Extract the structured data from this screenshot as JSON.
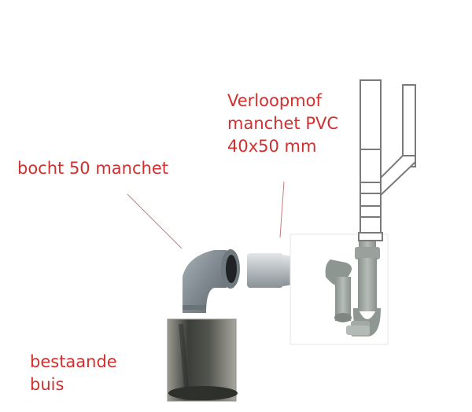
{
  "colors": {
    "label_text": "#d22f2f",
    "leader_line": "#c87a7a",
    "pvc_grey": "#8d979c",
    "pvc_light": "#c9ced1",
    "pipe_outline": "#7a7a7a",
    "pipe_fill": "#ffffff",
    "old_pipe": "#3a3d38"
  },
  "labels": {
    "verloopmof": [
      "Verloopmof",
      "manchet PVC",
      "40x50 mm"
    ],
    "bocht": "bocht 50 manchet",
    "bestaande_buis": [
      "bestaande",
      "buis"
    ]
  }
}
